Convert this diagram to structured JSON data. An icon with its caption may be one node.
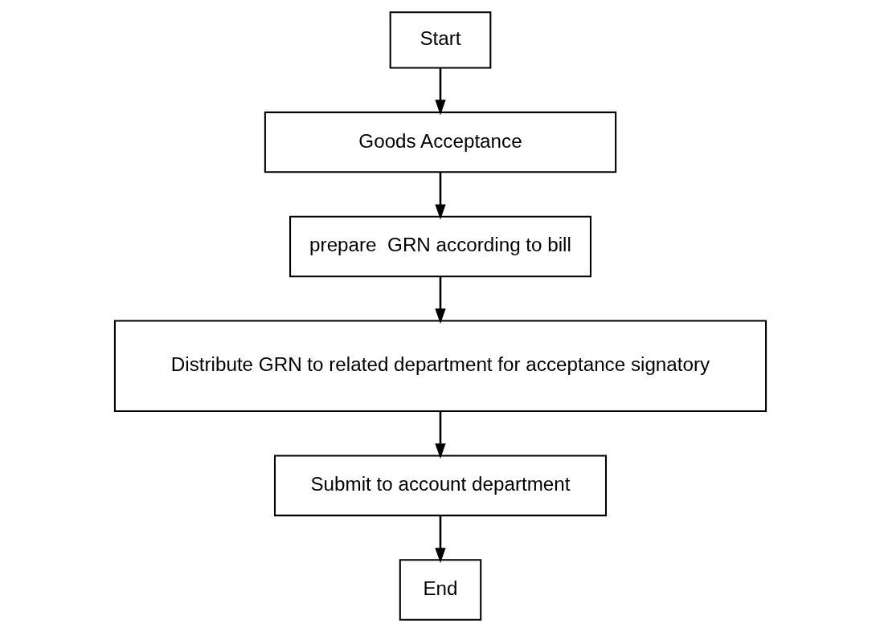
{
  "diagram": {
    "nodes": [
      {
        "text": [
          "Start"
        ]
      },
      {
        "text": [
          "Goods Acceptance"
        ]
      },
      {
        "text": [
          "prepare  GRN according to bill"
        ]
      },
      {
        "text": [
          "Distribute GRN to related department for acceptance signatory"
        ]
      },
      {
        "text": [
          "Submit to account department"
        ]
      },
      {
        "text": [
          "End"
        ]
      }
    ],
    "edges": [
      {
        "from": 0,
        "to": 1,
        "arrow": "to"
      },
      {
        "from": 1,
        "to": 2,
        "arrow": "to"
      },
      {
        "from": 2,
        "to": 3,
        "arrow": "to"
      },
      {
        "from": 3,
        "to": 4,
        "arrow": "to"
      },
      {
        "from": 4,
        "to": 5,
        "arrow": "to"
      }
    ]
  }
}
